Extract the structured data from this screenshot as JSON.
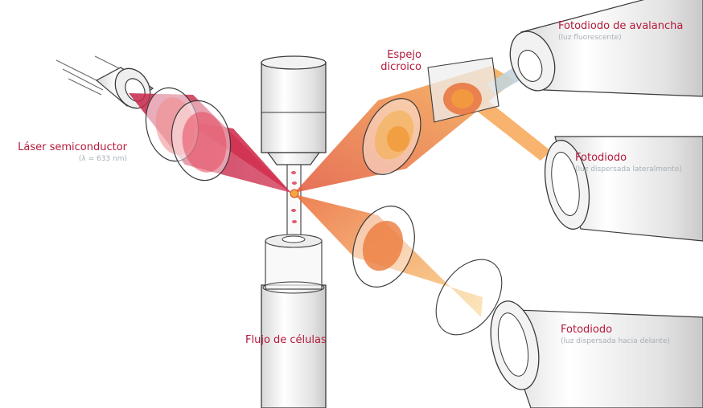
{
  "labels": {
    "laser": {
      "title": "Láser semiconductor",
      "subtitle": "(λ = 633 nm)"
    },
    "flow": {
      "title": "Flujo de células"
    },
    "mirror": {
      "line1": "Espejo",
      "line2": "dicroico"
    },
    "avalanche": {
      "title": "Fotodiodo de avalancha",
      "subtitle": "(luz fluorescente)"
    },
    "side": {
      "title": "Fotodiodo",
      "subtitle": "(luz dispersada lateralmente)"
    },
    "forward": {
      "title": "Fotodiodo",
      "subtitle": "(luz dispersada hacia delante)"
    }
  },
  "colors": {
    "accent_text": "#b5183a",
    "sub_text": "#a7b0b6",
    "laser_beam": "#c4264a",
    "fluorescence_beam": "#f08a24",
    "scatter_beam": "#f6b24a",
    "device_outline": "#3a3a3a",
    "device_fill": "#f4f4f4"
  }
}
